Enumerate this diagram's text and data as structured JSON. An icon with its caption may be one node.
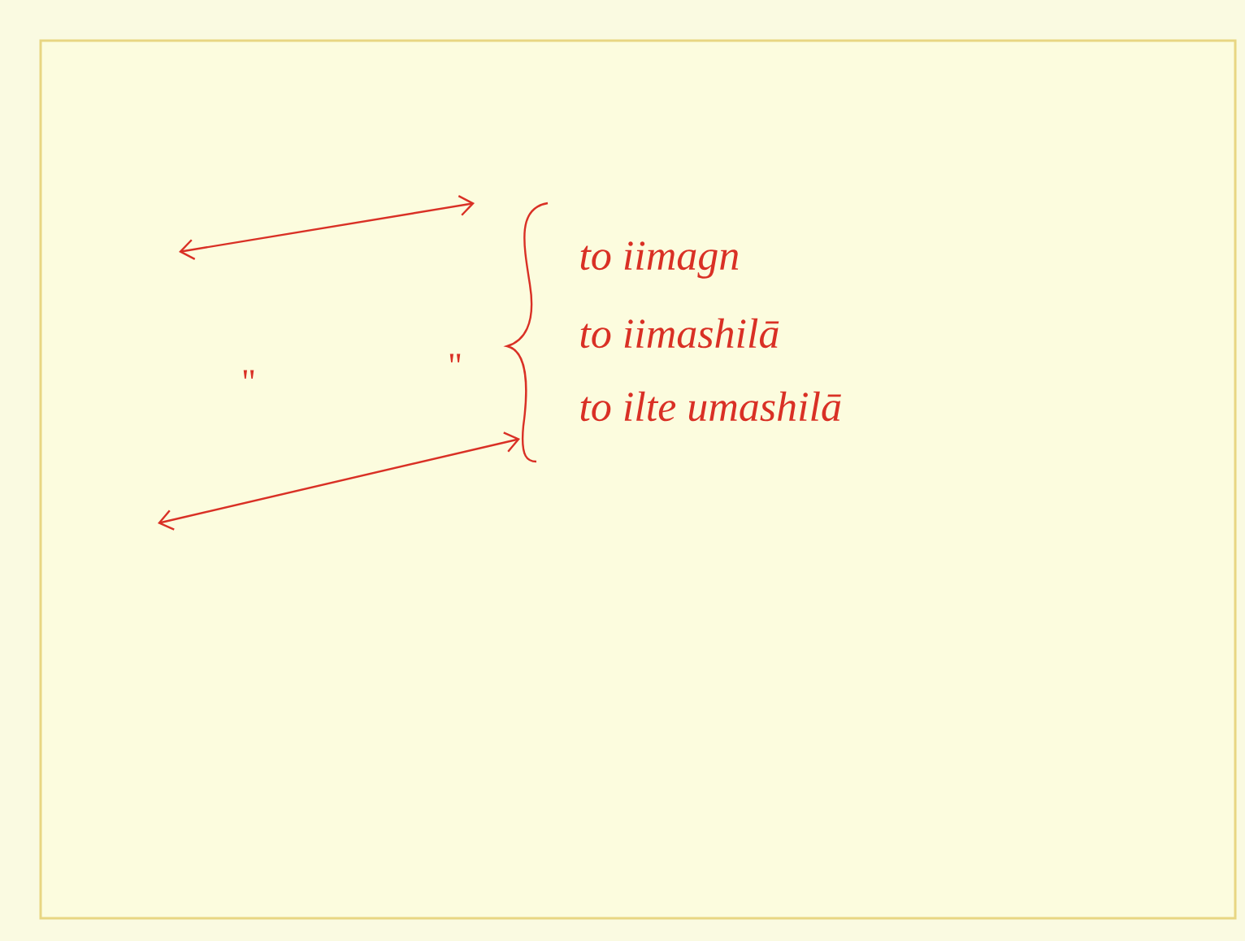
{
  "diagram": {
    "labels": [
      "to iimagn",
      "to iimashilā",
      "to ilte umashilā",
      "\"",
      "\""
    ]
  }
}
